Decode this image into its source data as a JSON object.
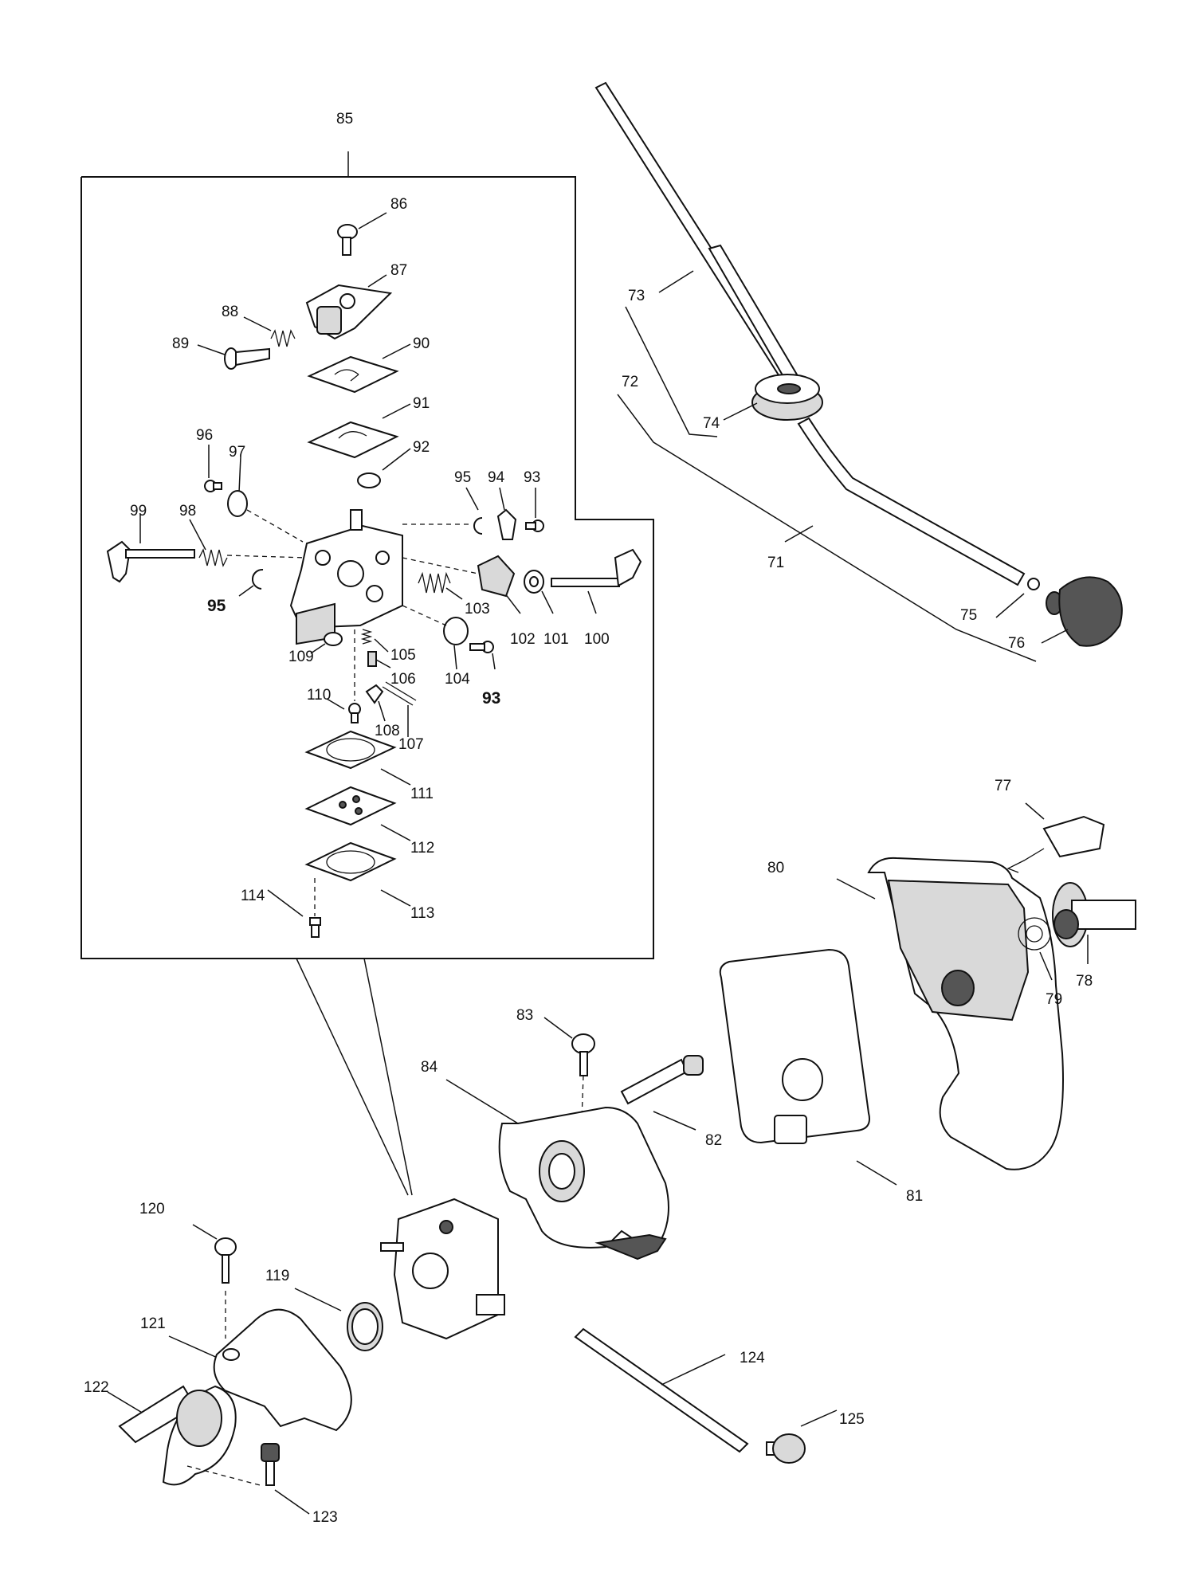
{
  "diagram": {
    "labels": [
      {
        "id": "85",
        "text": "85",
        "bold": false
      },
      {
        "id": "86",
        "text": "86",
        "bold": false
      },
      {
        "id": "87",
        "text": "87",
        "bold": false
      },
      {
        "id": "88",
        "text": "88",
        "bold": false
      },
      {
        "id": "89",
        "text": "89",
        "bold": false
      },
      {
        "id": "90",
        "text": "90",
        "bold": false
      },
      {
        "id": "91",
        "text": "91",
        "bold": false
      },
      {
        "id": "92",
        "text": "92",
        "bold": false
      },
      {
        "id": "93a",
        "text": "93",
        "bold": false
      },
      {
        "id": "93b",
        "text": "93",
        "bold": true
      },
      {
        "id": "94",
        "text": "94",
        "bold": false
      },
      {
        "id": "95a",
        "text": "95",
        "bold": false
      },
      {
        "id": "95b",
        "text": "95",
        "bold": true
      },
      {
        "id": "96",
        "text": "96",
        "bold": false
      },
      {
        "id": "97",
        "text": "97",
        "bold": false
      },
      {
        "id": "98",
        "text": "98",
        "bold": false
      },
      {
        "id": "99",
        "text": "99",
        "bold": false
      },
      {
        "id": "100",
        "text": "100",
        "bold": false
      },
      {
        "id": "101",
        "text": "101",
        "bold": false
      },
      {
        "id": "102",
        "text": "102",
        "bold": false
      },
      {
        "id": "103",
        "text": "103",
        "bold": false
      },
      {
        "id": "104",
        "text": "104",
        "bold": false
      },
      {
        "id": "105",
        "text": "105",
        "bold": false
      },
      {
        "id": "106",
        "text": "106",
        "bold": false
      },
      {
        "id": "107",
        "text": "107",
        "bold": false
      },
      {
        "id": "108",
        "text": "108",
        "bold": false
      },
      {
        "id": "109",
        "text": "109",
        "bold": false
      },
      {
        "id": "110",
        "text": "110",
        "bold": false
      },
      {
        "id": "111",
        "text": "111",
        "bold": false
      },
      {
        "id": "112",
        "text": "112",
        "bold": false
      },
      {
        "id": "113",
        "text": "113",
        "bold": false
      },
      {
        "id": "114",
        "text": "114",
        "bold": false
      },
      {
        "id": "71",
        "text": "71",
        "bold": false
      },
      {
        "id": "72",
        "text": "72",
        "bold": false
      },
      {
        "id": "73",
        "text": "73",
        "bold": false
      },
      {
        "id": "74",
        "text": "74",
        "bold": false
      },
      {
        "id": "75",
        "text": "75",
        "bold": false
      },
      {
        "id": "76",
        "text": "76",
        "bold": false
      },
      {
        "id": "77",
        "text": "77",
        "bold": false
      },
      {
        "id": "78",
        "text": "78",
        "bold": false
      },
      {
        "id": "79",
        "text": "79",
        "bold": false
      },
      {
        "id": "80",
        "text": "80",
        "bold": false
      },
      {
        "id": "81",
        "text": "81",
        "bold": false
      },
      {
        "id": "82",
        "text": "82",
        "bold": false
      },
      {
        "id": "83",
        "text": "83",
        "bold": false
      },
      {
        "id": "84",
        "text": "84",
        "bold": false
      },
      {
        "id": "119",
        "text": "119",
        "bold": false
      },
      {
        "id": "120",
        "text": "120",
        "bold": false
      },
      {
        "id": "121",
        "text": "121",
        "bold": false
      },
      {
        "id": "122",
        "text": "122",
        "bold": false
      },
      {
        "id": "123",
        "text": "123",
        "bold": false
      },
      {
        "id": "124",
        "text": "124",
        "bold": false
      },
      {
        "id": "125",
        "text": "125",
        "bold": false
      }
    ]
  }
}
